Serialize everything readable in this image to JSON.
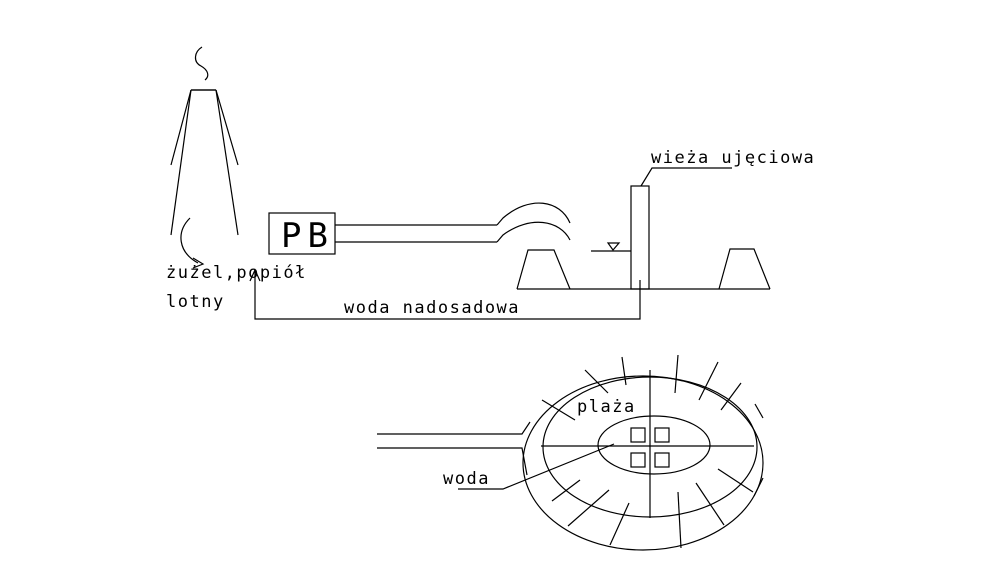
{
  "diagram": {
    "type": "schematic",
    "top_view": {
      "power_plant_box": {
        "label": "PB"
      },
      "slag_label_line1": "żużel,popiół",
      "slag_label_line2": "lotny",
      "return_pipe_label": "woda nadosadowa",
      "intake_tower_label": "wieża ujęciowa"
    },
    "plan_view": {
      "beach_label": "plaża",
      "water_label": "woda"
    },
    "colors": {
      "line": "#000000",
      "background": "#ffffff"
    }
  }
}
